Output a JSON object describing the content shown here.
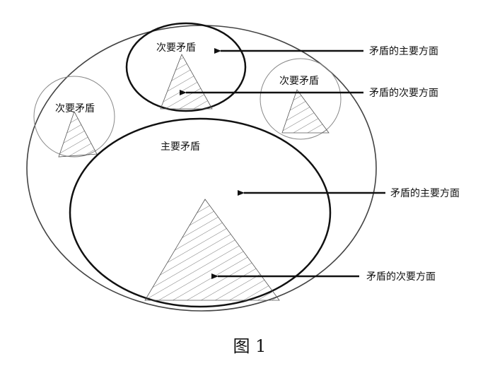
{
  "circles": {
    "secondary_label": "次要矛盾",
    "main_label": "主要矛盾"
  },
  "annotations": {
    "principal_aspect": "矛盾的主要方面",
    "secondary_aspect": "矛盾的次要方面"
  },
  "caption": "图 1"
}
